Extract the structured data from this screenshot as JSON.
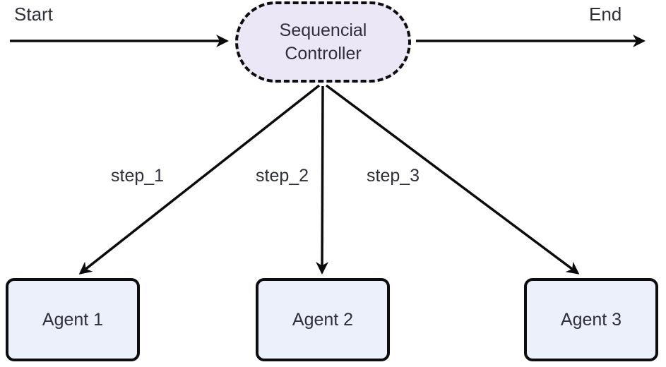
{
  "diagram": {
    "type": "flowchart",
    "terminals": {
      "start": "Start",
      "end": "End"
    },
    "nodes": {
      "controller": {
        "label": "Sequencial Controller",
        "shape": "stadium-dashed"
      },
      "agents": [
        {
          "label": "Agent 1"
        },
        {
          "label": "Agent 2"
        },
        {
          "label": "Agent 3"
        }
      ]
    },
    "edges": [
      {
        "from": "Start",
        "to": "Sequencial Controller",
        "label": ""
      },
      {
        "from": "Sequencial Controller",
        "to": "End",
        "label": ""
      },
      {
        "from": "Sequencial Controller",
        "to": "Agent 1",
        "label": "step_1"
      },
      {
        "from": "Sequencial Controller",
        "to": "Agent 2",
        "label": "step_2"
      },
      {
        "from": "Sequencial Controller",
        "to": "Agent 3",
        "label": "step_3"
      }
    ],
    "colors": {
      "controller_fill": "#ECE7F7",
      "agent_fill": "#EBF0FA",
      "edge_stroke": "#0B0B0B",
      "node_border": "#0D0D0D",
      "text": "#2F2F3A",
      "background": "#FFFFFF"
    }
  }
}
